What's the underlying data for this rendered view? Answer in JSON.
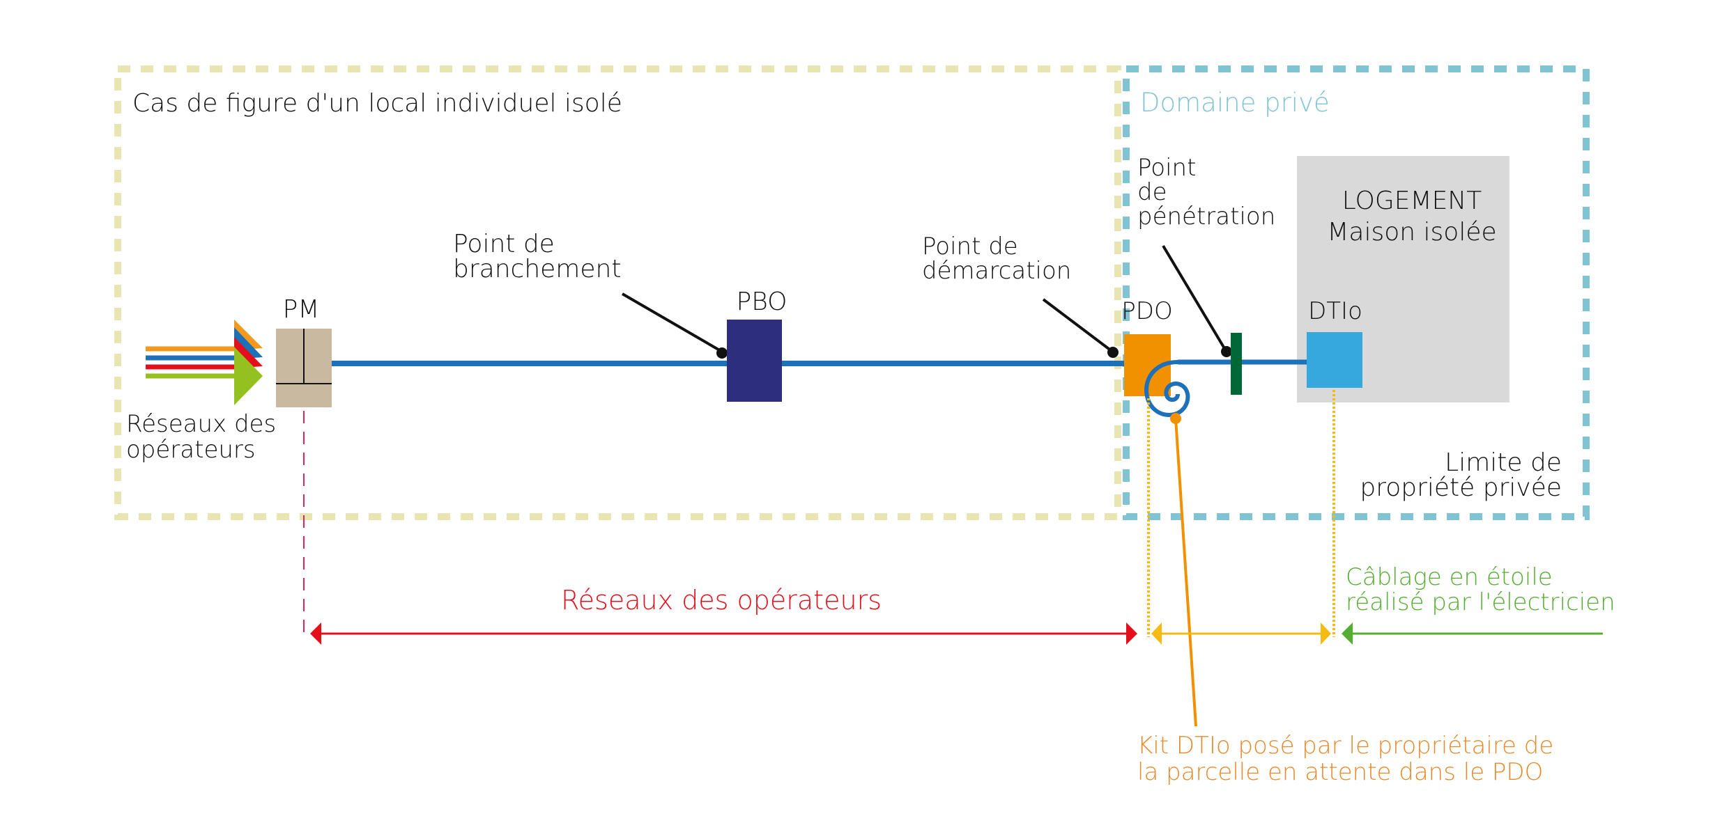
{
  "zones": {
    "individual": {
      "title": "Cas de figure d'un local individuel isolé",
      "border_color": "#e8e5b3"
    },
    "private": {
      "title": "Domaine privé",
      "border_color": "#80c4d4",
      "title_color": "#80c4d4"
    }
  },
  "network": {
    "label_line1": "Réseaux des",
    "label_line2": "opérateurs",
    "fiber_colors": [
      "#f39a1e",
      "#1e70b8",
      "#e3101b",
      "#94c11f"
    ]
  },
  "nodes": {
    "pm": {
      "label": "PM",
      "color": "#c9b9a0"
    },
    "pbo": {
      "label": "PBO",
      "color": "#2e2e7f"
    },
    "pdo": {
      "label": "PDO",
      "color": "#f19100"
    },
    "penetration_marker": {
      "color": "#006837"
    },
    "dtio": {
      "label": "DTIo",
      "color": "#37a8dd"
    }
  },
  "cable_color": "#1e70b8",
  "callouts": {
    "branchement": {
      "line1": "Point de",
      "line2": "branchement"
    },
    "demarcation": {
      "line1": "Point de",
      "line2": "démarcation"
    },
    "penetration": {
      "line1": "Point",
      "line2": "de",
      "line3": "pénétration"
    }
  },
  "logement": {
    "line1": "LOGEMENT",
    "line2": "Maison isolée",
    "fill": "#d9d9d9"
  },
  "limite": {
    "line1": "Limite de",
    "line2": "propriété privée"
  },
  "spans": {
    "operators": {
      "label": "Réseaux des opérateurs",
      "color": "#e3101b"
    },
    "owner": {
      "color": "#f6bb12"
    },
    "electrician": {
      "line1": "Câblage en étoile",
      "line2": "réalisé par l'électricien",
      "color": "#55ad32"
    }
  },
  "kit_note": {
    "line1": "Kit DTIo posé par le propriétaire de",
    "line2": "la parcelle en attente dans le PDO",
    "color": "#e8892b"
  }
}
